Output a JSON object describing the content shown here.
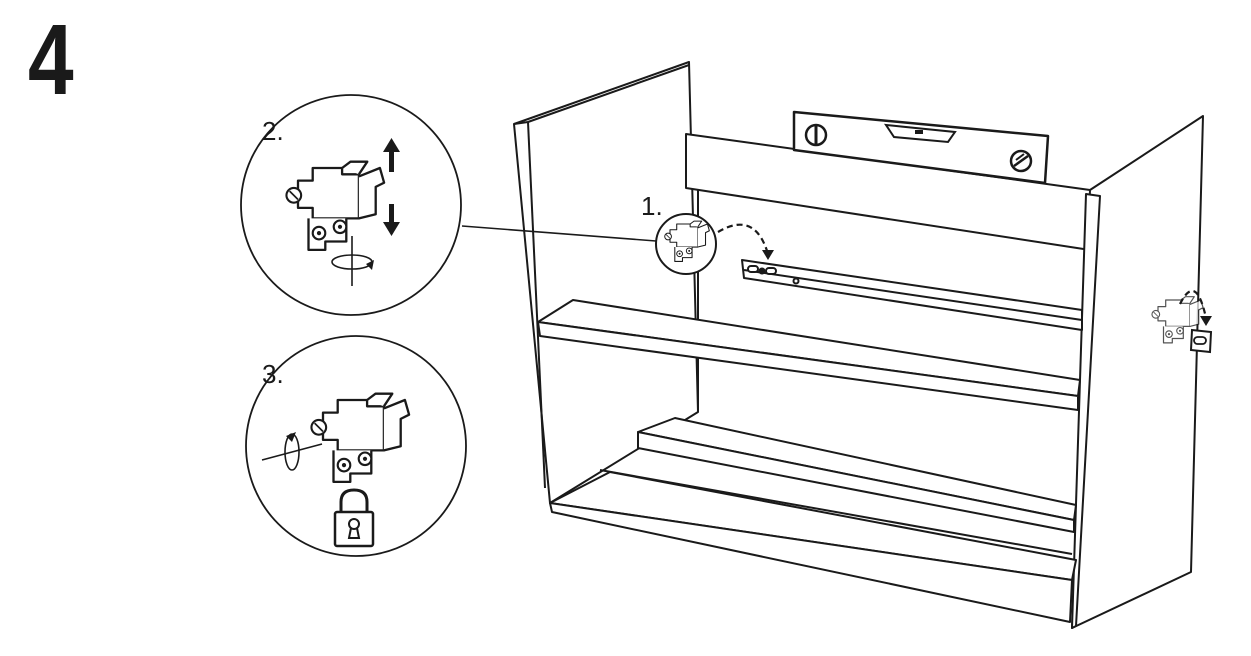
{
  "step": {
    "number": "4"
  },
  "callouts": {
    "one": "1.",
    "two": "2.",
    "three": "3."
  },
  "colors": {
    "line": "#1a1a1a",
    "fill": "#ffffff",
    "dark": "#1a1a1a"
  },
  "icons": {
    "level": "spirit-level-icon",
    "hinge": "hinge-bracket-icon",
    "rail": "drawer-rail-icon",
    "adjust": "up-down-arrows-icon",
    "rotate": "rotate-arrow-icon",
    "lock": "padlock-icon"
  }
}
